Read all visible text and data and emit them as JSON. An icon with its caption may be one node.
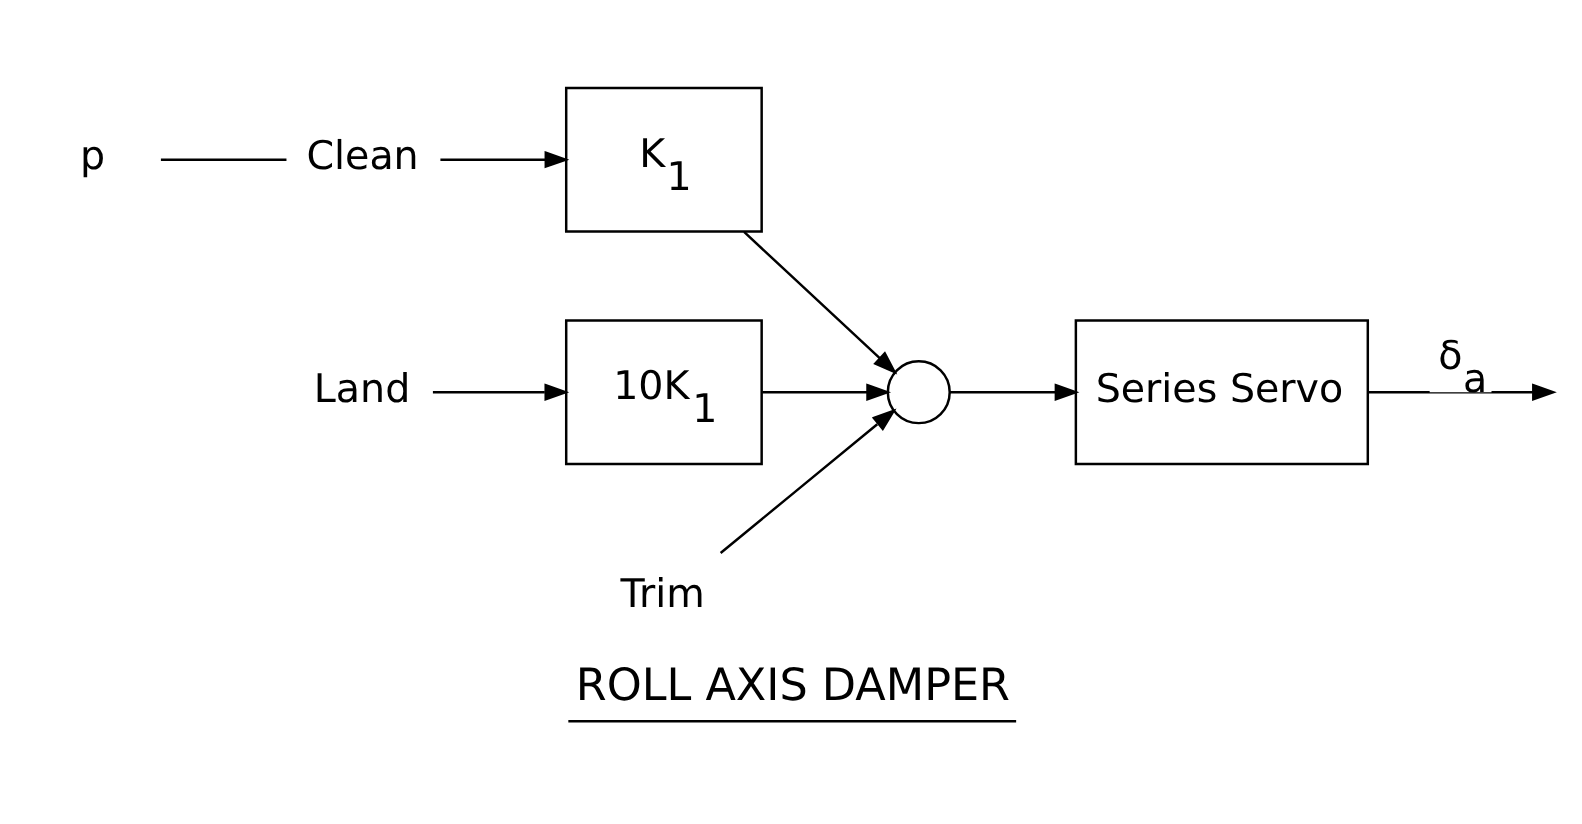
{
  "diagram": {
    "title": "ROLL AXIS DAMPER",
    "nodes": [
      {
        "text": [
          "p"
        ]
      },
      {
        "text": [
          "Clean"
        ]
      },
      {
        "text": [
          "Land"
        ]
      },
      {
        "text": [
          "K$_{1}$"
        ]
      },
      {
        "text": [
          "10K$_{1}$"
        ]
      },
      {
        "text": [],
        "shape": "circle"
      },
      {
        "text": [
          "Series Servo"
        ]
      },
      {
        "text": [
          "Trim"
        ]
      }
    ],
    "edges": [
      {
        "from": 0,
        "to": 1,
        "arrow": "none"
      },
      {
        "from": 1,
        "to": 3,
        "arrow": "to"
      },
      {
        "from": 2,
        "to": 4,
        "arrow": "to"
      },
      {
        "from": 3,
        "to": 5,
        "arrow": "to"
      },
      {
        "from": 4,
        "to": 5,
        "arrow": "to"
      },
      {
        "from": 7,
        "to": 5,
        "arrow": "to"
      },
      {
        "from": 5,
        "to": 6,
        "arrow": "to"
      },
      {
        "from": 6,
        "to": null,
        "arrow": "to",
        "label": "δ$_{a}$"
      }
    ]
  }
}
